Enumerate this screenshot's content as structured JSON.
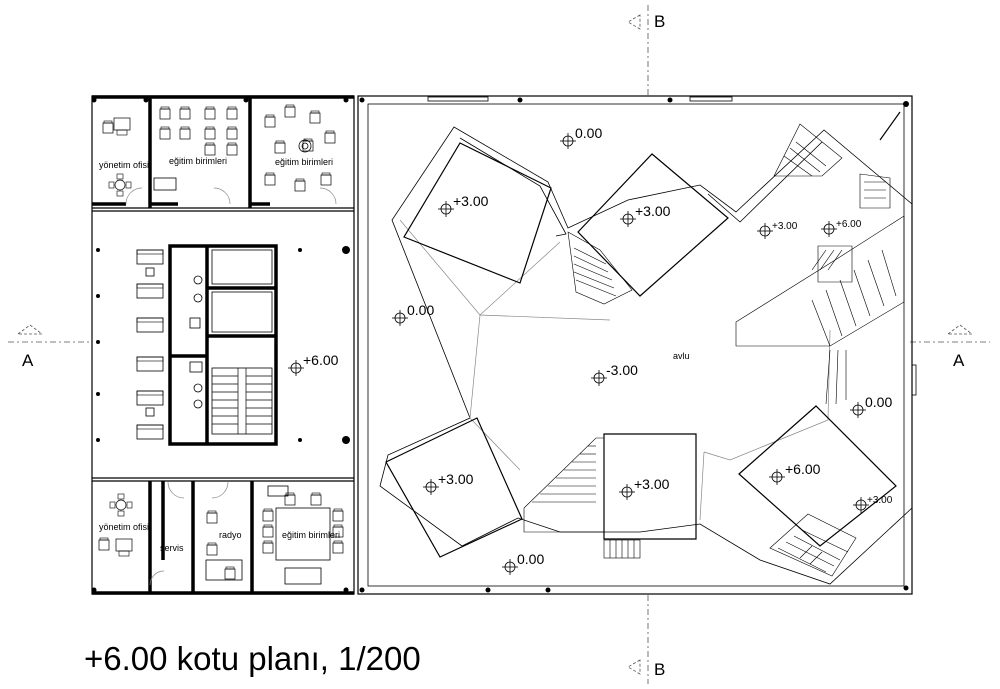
{
  "drawing": {
    "title": "+6.00 kotu planı, 1/200",
    "section_marks": {
      "a_left": "A",
      "a_right": "A",
      "b_top": "B",
      "b_bottom": "B"
    },
    "rooms": {
      "top_left_office": "yönetim ofisi",
      "top_mid_education": "eğitim birimleri",
      "top_right_education": "eğitim birimleri",
      "bottom_left_office": "yönetim ofisi",
      "service": "servis",
      "radio": "radyo",
      "bottom_right_education": "eğitim birimleri",
      "courtyard": "avlu"
    },
    "levels": {
      "core": "+6.00",
      "top_center_zero": "0.00",
      "left_zero": "0.00",
      "right_zero": "0.00",
      "bottom_zero": "0.00",
      "courtyard": "-3.00",
      "block_top_left": "+3.00",
      "block_top_center": "+3.00",
      "block_bottom_left": "+3.00",
      "block_bottom_center": "+3.00",
      "block_bottom_right": "+6.00",
      "stair_top_right_a": "+3.00",
      "stair_top_right_b": "+6.00",
      "stair_bottom_right": "+3.00"
    }
  }
}
